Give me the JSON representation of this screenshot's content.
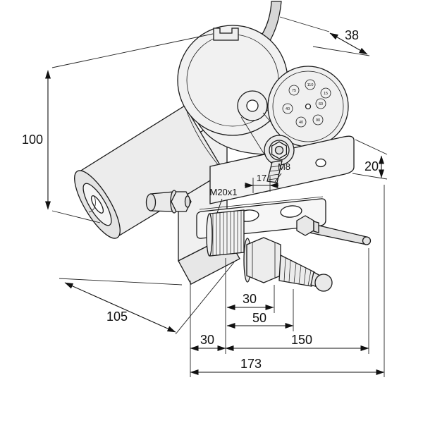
{
  "dims": {
    "top_width": "38",
    "left_height": "100",
    "plate_thickness": "20",
    "base_depth": "105",
    "hex_width": "30",
    "hub_span": "50",
    "base_offset": "30",
    "mount_span": "150",
    "overall_length": "173",
    "slot_pitch": "17",
    "stud_thread": "M8",
    "bushing_thread": "M20x1"
  },
  "disc_markings": [
    "75",
    "110",
    "15",
    "40",
    "60",
    "40",
    "90"
  ]
}
